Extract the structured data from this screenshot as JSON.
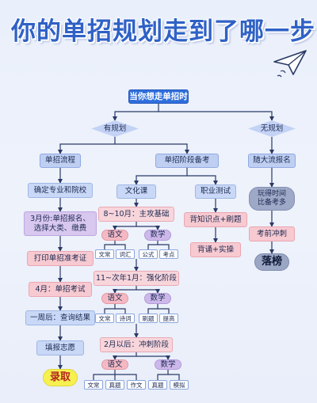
{
  "title": "你的单招规划走到了哪一步",
  "nodes": {
    "root": "当你想走单招时",
    "has_plan": "有规划",
    "no_plan": "无规划",
    "process": "单招流程",
    "prep": "单招阶段备考",
    "random": "随大流报名",
    "major": "确定专业和院校",
    "march": "3月份:单招报名、\n选择大类、缴费",
    "print": "打印单招准考证",
    "april": "4月：单招考试",
    "week": "一周后：查询结果",
    "fill": "填报志愿",
    "admit": "录取",
    "culture": "文化课",
    "vocational": "职业测试",
    "know": "背知识点+刷题",
    "recite": "背诵+实操",
    "play": "玩得时间\n比备考多",
    "sprint": "考前冲刺",
    "fail": "落榜",
    "stage1": "8~10月：主攻基础",
    "stage2": "11~次年1月：强化阶段",
    "stage3": "2月以后：冲刺阶段",
    "chinese": "语文",
    "math": "数学",
    "s1_cn": [
      "文常",
      "词汇"
    ],
    "s1_ma": [
      "公式",
      "考点"
    ],
    "s2_cn": [
      "文常",
      "诗词"
    ],
    "s2_ma": [
      "刷题",
      "提高"
    ],
    "s3_cn": [
      "文常",
      "真题",
      "作文"
    ],
    "s3_ma": [
      "真题",
      "模拟"
    ]
  },
  "colors": {
    "title": "#2f61c6",
    "top_node": "#2f6edc",
    "blue_node": "#c9d8f6",
    "pink_node": "#f7c9d0",
    "purple_node": "#d8c7ee",
    "teal_node": "#3e8f9e",
    "admit_yellow": "#f6f051",
    "line": "#2a3a66"
  },
  "icons": [
    "paper-plane-icon"
  ]
}
